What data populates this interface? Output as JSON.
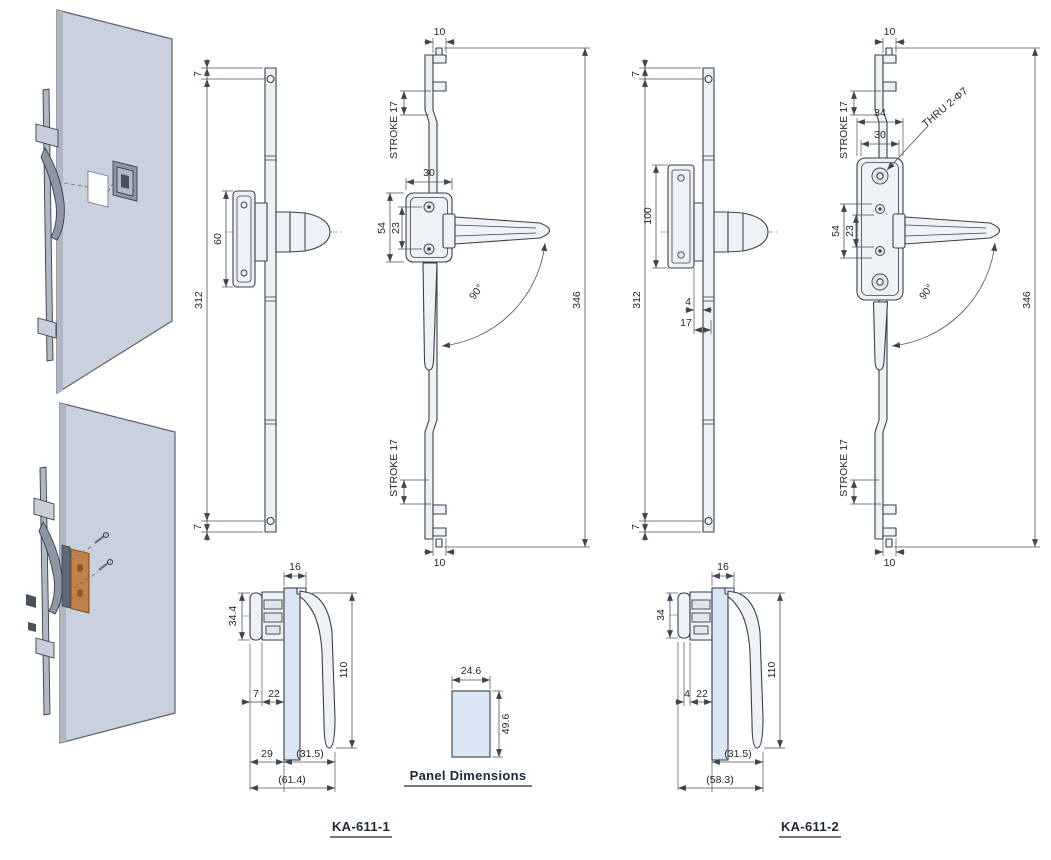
{
  "drawing": {
    "title_left": "KA-611-1",
    "title_right": "KA-611-2",
    "panel_box": {
      "title": "Panel Dimensions",
      "width": "24.6",
      "height": "49.6"
    },
    "colors": {
      "panel_fill": "#c9d1dc",
      "section_fill": "#d9e6f3",
      "metal_fill": "#eef1f6",
      "gasket_fill": "#c08048",
      "line": "#3a4049",
      "text": "#23272e"
    },
    "ka611_1": {
      "front": {
        "d7_top": "7",
        "d60": "60",
        "d312": "312",
        "d7_bottom": "7"
      },
      "side": {
        "d10_top": "10",
        "stroke_top": "STROKE 17",
        "d30": "30",
        "d54": "54",
        "d23": "23",
        "angle": "90°",
        "d346": "346",
        "stroke_bottom": "STROKE 17",
        "d10_bottom": "10"
      },
      "profile": {
        "d34_4": "34.4",
        "d16": "16",
        "d110": "110",
        "d7": "7",
        "d22": "22",
        "d29": "29",
        "d31_5": "(31.5)",
        "d61_4": "(61.4)"
      }
    },
    "ka611_2": {
      "front": {
        "d7_top": "7",
        "d100": "100",
        "d312": "312",
        "d4": "4",
        "d17": "17",
        "d7_bottom": "7"
      },
      "side": {
        "d10_top": "10",
        "stroke_top": "STROKE 17",
        "d34": "34",
        "d30": "30",
        "thru": "THRU 2-Φ7",
        "d54": "54",
        "d23": "23",
        "angle": "90°",
        "d346": "346",
        "stroke_bottom": "STROKE 17",
        "d10_bottom": "10"
      },
      "profile": {
        "d34": "34",
        "d16": "16",
        "d110": "110",
        "d4": "4",
        "d22": "22",
        "d31_5": "(31.5)",
        "d58_3": "(58.3)"
      }
    }
  }
}
